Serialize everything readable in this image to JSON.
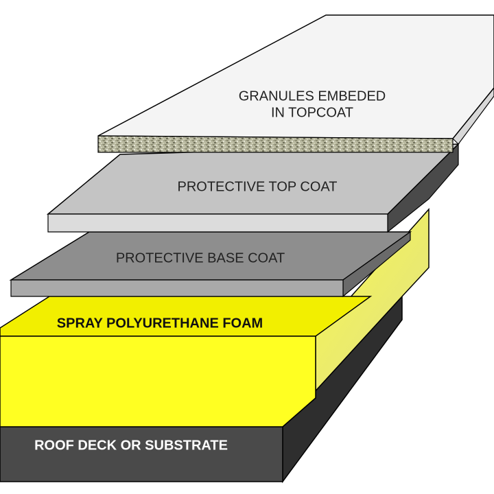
{
  "diagram": {
    "layers": [
      {
        "id": "granules",
        "label_line1": "GRANULES EMBEDED",
        "label_line2": "IN TOPCOAT"
      },
      {
        "id": "top_coat",
        "label": "PROTECTIVE TOP COAT"
      },
      {
        "id": "base_coat",
        "label": "PROTECTIVE BASE COAT"
      },
      {
        "id": "foam",
        "label": "SPRAY POLYURETHANE FOAM"
      },
      {
        "id": "deck",
        "label": "ROOF DECK OR SUBSTRATE"
      }
    ],
    "colors": {
      "granule_top": "#f4f4f4",
      "granule_side": "#b9b9a0",
      "top_coat_face": "#c4c4c4",
      "top_coat_edge": "#dcdcdc",
      "base_coat_face": "#8e8e8e",
      "base_coat_edge": "#a9a9a9",
      "foam_top": "#f6f300",
      "foam_front": "#ffff2a",
      "foam_side": "#e8e86a",
      "deck": "#4a4a4a",
      "outline": "#000000"
    }
  }
}
